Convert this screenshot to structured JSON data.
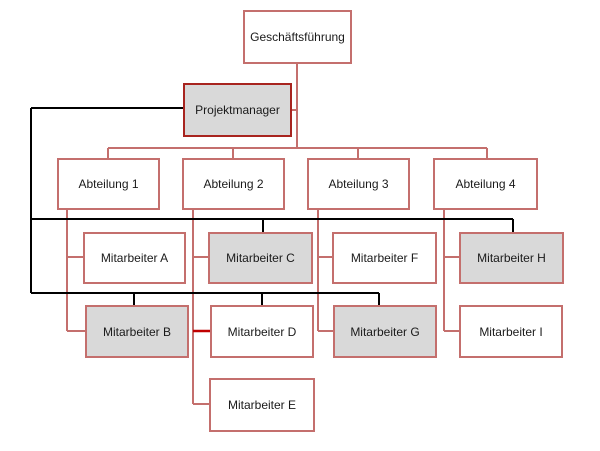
{
  "org": {
    "top": "Geschäftsführung",
    "project_manager": "Projektmanager",
    "departments": [
      "Abteilung 1",
      "Abteilung 2",
      "Abteilung 3",
      "Abteilung 4"
    ],
    "employees": {
      "a": "Mitarbeiter A",
      "b": "Mitarbeiter B",
      "c": "Mitarbeiter C",
      "d": "Mitarbeiter D",
      "e": "Mitarbeiter E",
      "f": "Mitarbeiter F",
      "g": "Mitarbeiter G",
      "h": "Mitarbeiter H",
      "i": "Mitarbeiter I"
    }
  },
  "colors": {
    "line_hierarchy": "#c0504d",
    "line_project": "#000000",
    "highlight_line": "#c00000",
    "box_border": "#c0504d",
    "project_member_fill": "#d9d9d9"
  }
}
